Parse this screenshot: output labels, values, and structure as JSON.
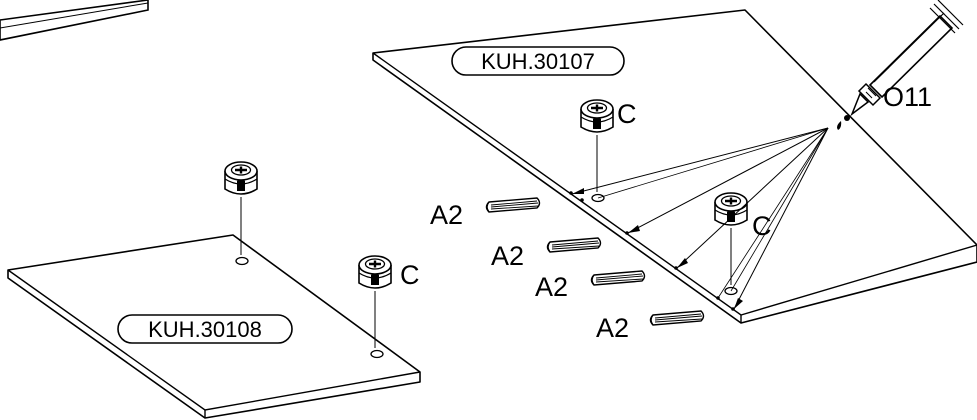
{
  "panels": {
    "top": {
      "code": "KUH.30107"
    },
    "bottom": {
      "code": "KUH.30108"
    }
  },
  "parts": {
    "cam_label": "C",
    "dowel_label": "A2",
    "glue_label": "O11"
  }
}
